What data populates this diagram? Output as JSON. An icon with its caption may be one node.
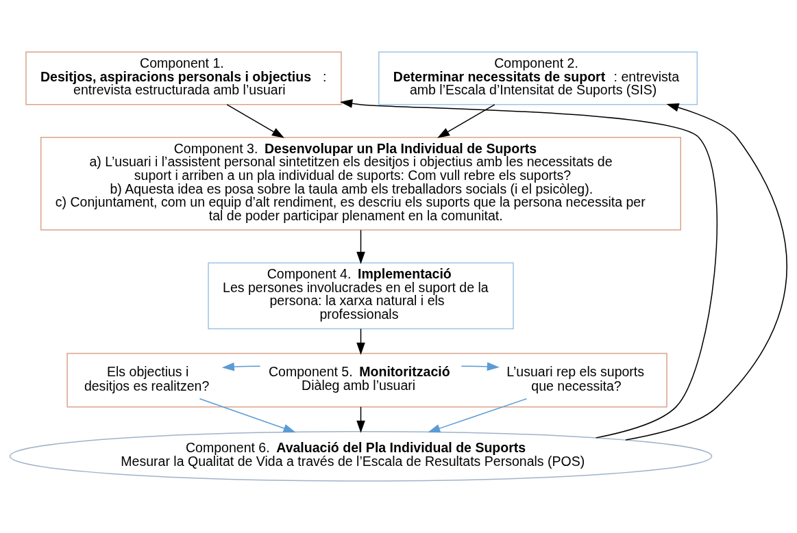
{
  "diagram": {
    "nodes": [
      {
        "text": [
          "Component 1.",
          "**Desitjos, aspiracions personals i objectius**: entrevista estructurada amb l’usuari"
        ]
      },
      {
        "text": [
          "Component 2.",
          "**Determinar necessitats de suport**: entrevista amb l’Escala d’Intensitat de Suports (SIS)"
        ]
      },
      {
        "text": [
          "Component 3. **Desenvolupar un Pla Individual de Suports**",
          "a) L’usuari i l’assistent personal sintetitzen els desitjos i objectius amb les necessitats de suport i arriben a un pla individual de suports: Com vull rebre els suports?",
          "b) Aquesta idea es posa sobre la taula amb els treballadors socials (i el psicòleg).",
          "c) Conjuntament, com un equip d’alt rendiment, es descriu els suports que la persona necessita per tal de poder participar plenament en la comunitat."
        ]
      },
      {
        "text": [
          "Component 4. **Implementació**",
          "Les persones involucrades en el suport de la persona: la xarxa natural i els professionals"
        ]
      },
      {
        "text": [],
        "shape": "box"
      },
      {
        "text": [
          "Els objectius i desitjos es realitzen?"
        ],
        "in": 4
      },
      {
        "text": [
          "Component 5. **Monitorització**",
          "Diàleg amb l’usuari"
        ],
        "in": 4
      },
      {
        "text": [
          "L’usuari rep els suports que necessita?"
        ],
        "in": 4
      },
      {
        "text": [
          "Component 6. **Avaluació del Pla Individual de Suports**",
          "Mesurar la Qualitat de Vida a través de l’Escala de Resultats Personals (POS)"
        ]
      }
    ],
    "edges": [
      {
        "from": 8,
        "to": 0,
        "arrow": "to"
      },
      {
        "from": 8,
        "to": 1,
        "arrow": "to"
      },
      {
        "from": 0,
        "to": 2,
        "arrow": "to"
      },
      {
        "from": 1,
        "to": 2,
        "arrow": "to"
      },
      {
        "from": 2,
        "to": 3,
        "arrow": "to"
      },
      {
        "from": 3,
        "to": 4,
        "arrow": "to"
      },
      {
        "from": 6,
        "to": 5,
        "arrow": "to",
        "color": "#5b9bd5"
      },
      {
        "from": 6,
        "to": 7,
        "arrow": "to",
        "color": "#5b9bd5"
      },
      {
        "from": 4,
        "to": 8,
        "arrow": "to"
      },
      {
        "from": 5,
        "to": 8,
        "arrow": "to",
        "color": "#5b9bd5"
      },
      {
        "from": 7,
        "to": 8,
        "arrow": "to",
        "color": "#5b9bd5"
      }
    ]
  }
}
